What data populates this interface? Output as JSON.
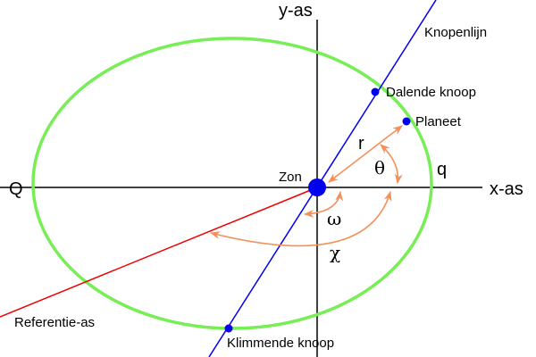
{
  "labels": {
    "y_axis": "y-as",
    "x_axis": "x-as",
    "node_line": "Knopenlijn",
    "descending_node": "Dalende knoop",
    "planet": "Planeet",
    "sun": "Zon",
    "aphelion": "Q",
    "perihelion": "q",
    "reference_axis": "Referentie-as",
    "ascending_node": "Klimmende knoop",
    "r": "r",
    "theta": "θ",
    "omega": "ω",
    "chi": "χ"
  },
  "colors": {
    "orbit": "#77ee55",
    "node_line": "#0000ee",
    "reference_axis": "#ee0000",
    "angles": "#f4915a",
    "points": "#0000ee"
  }
}
